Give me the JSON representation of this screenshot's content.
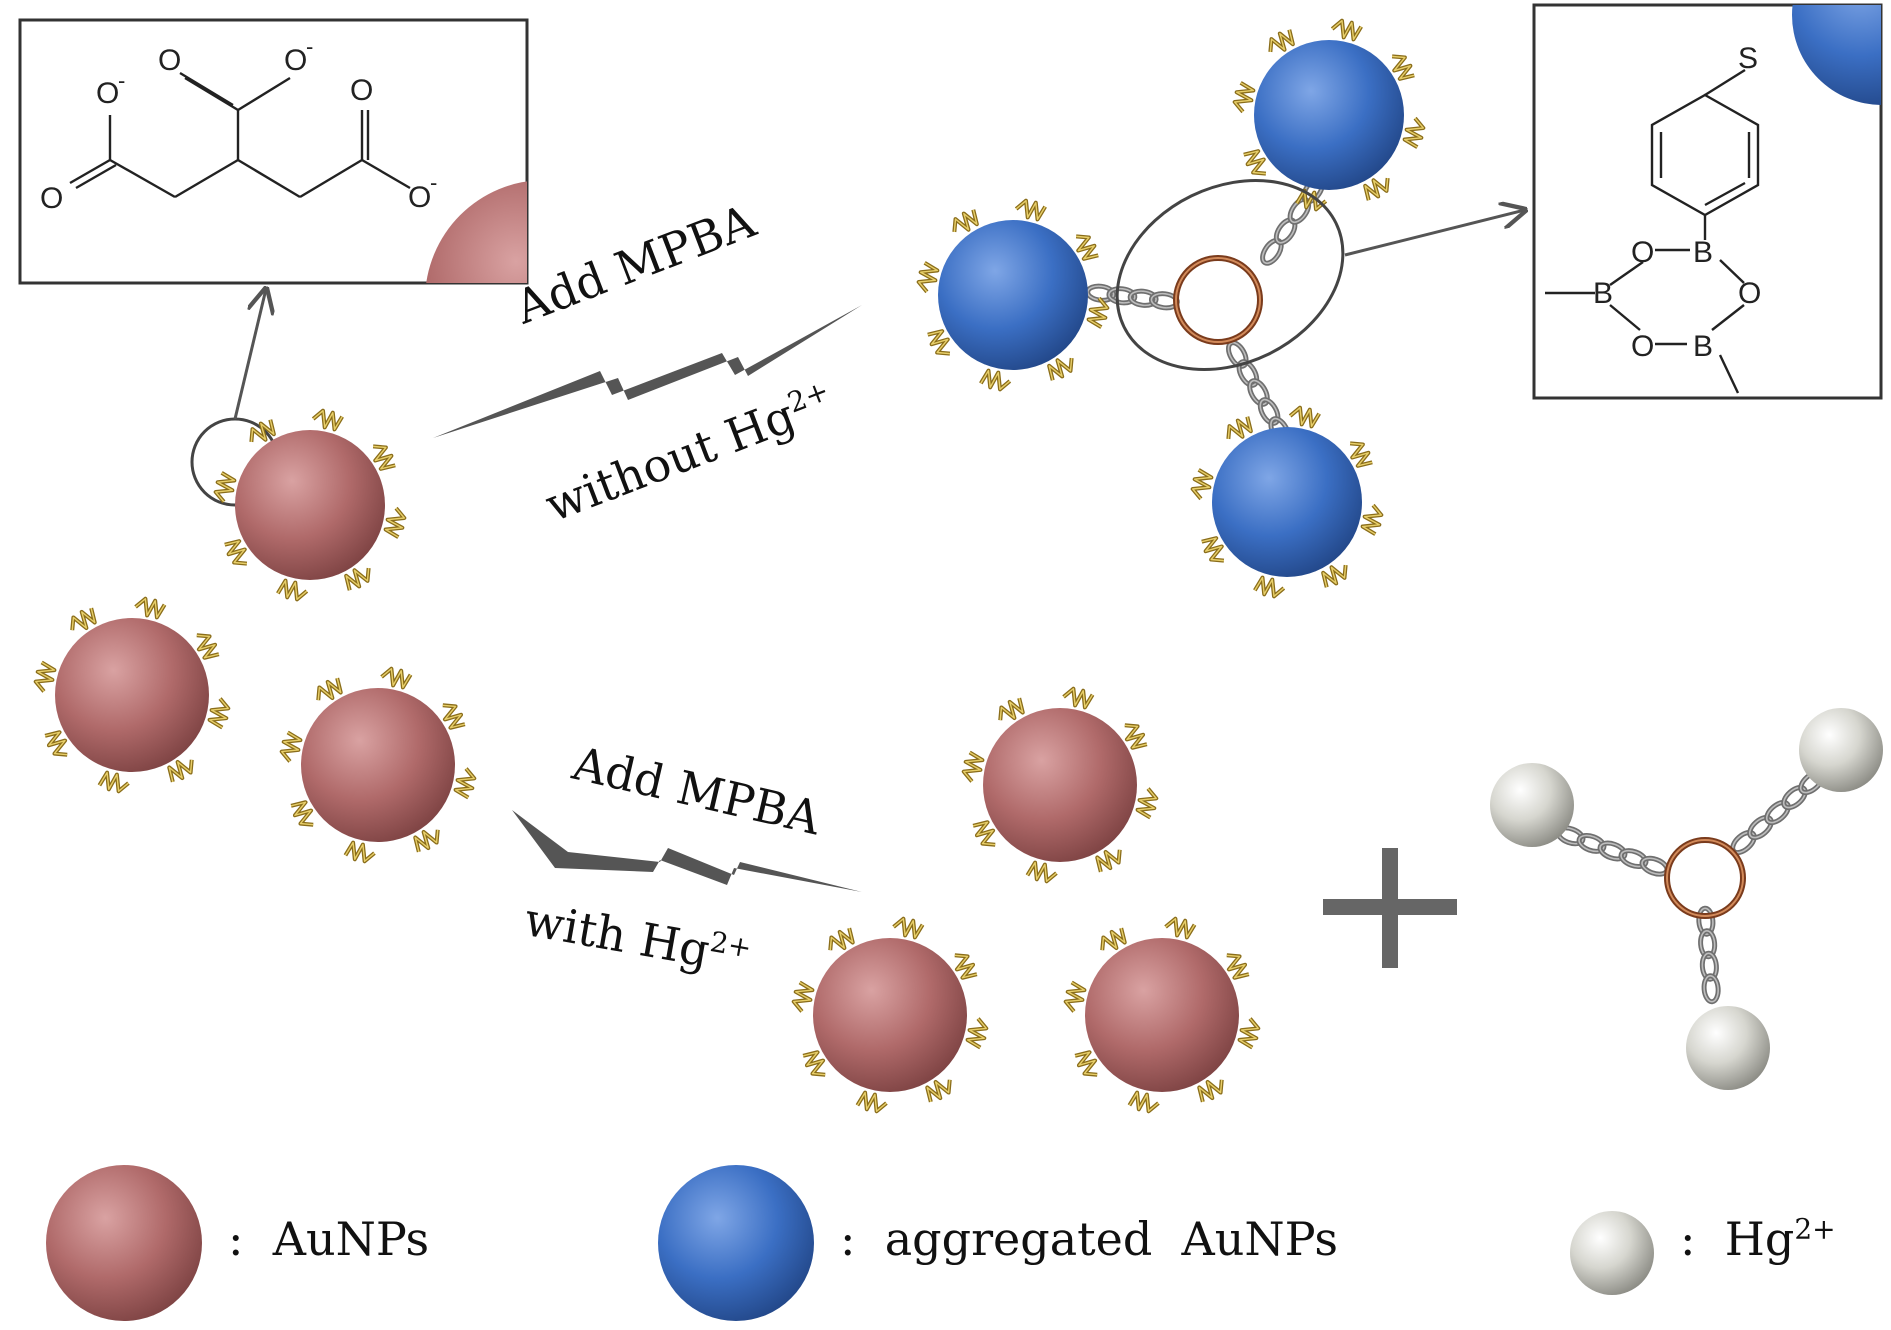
{
  "reactions": {
    "top": {
      "label": "Add MPBA",
      "condition_prefix": "without Hg",
      "condition_sup": "2+"
    },
    "bottom": {
      "label": "Add MPBA",
      "condition_prefix": "with Hg",
      "condition_sup": "2+"
    }
  },
  "citrate_box": {
    "atoms": [
      "O",
      "-",
      "O",
      "-",
      "O",
      "-",
      "O",
      "O",
      "O"
    ]
  },
  "boroxine_box": {
    "atoms": [
      "S",
      "O",
      "B",
      "O",
      "B",
      "O",
      "B"
    ]
  },
  "legend": {
    "separator": ":",
    "aunp": "AuNPs",
    "aggregated": "aggregated  AuNPs",
    "hg_prefix": "Hg",
    "hg_sup": "2+"
  },
  "colors": {
    "aunp": "#b06a6a",
    "aggregated": "#3b6fc4",
    "hg": "#d8d8d0",
    "arrow": "#555555",
    "chain": "#8a8a8a",
    "ring": "#a0522d",
    "ligand": "#8a6d1a"
  }
}
